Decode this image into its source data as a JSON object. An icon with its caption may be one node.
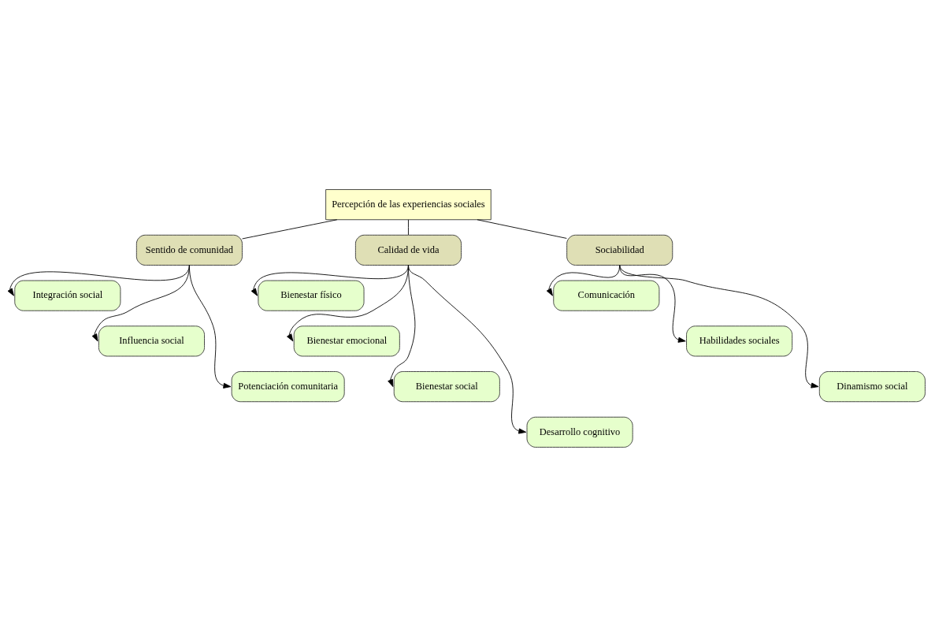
{
  "diagram": {
    "nodes": [
      {
        "text": [
          "Percepción de las experiencias sociales"
        ]
      },
      {
        "text": [
          "Sentido de comunidad"
        ]
      },
      {
        "text": [
          "Calidad de vida"
        ]
      },
      {
        "text": [
          "Sociabilidad"
        ]
      },
      {
        "text": [
          "Integración social"
        ]
      },
      {
        "text": [
          "Influencia social"
        ]
      },
      {
        "text": [
          "Potenciación comunitaria"
        ]
      },
      {
        "text": [
          "Bienestar físico"
        ]
      },
      {
        "text": [
          "Bienestar emocional"
        ]
      },
      {
        "text": [
          "Bienestar social"
        ]
      },
      {
        "text": [
          "Desarrollo cognitivo"
        ]
      },
      {
        "text": [
          "Comunicación"
        ]
      },
      {
        "text": [
          "Habilidades sociales"
        ]
      },
      {
        "text": [
          "Dinamismo social"
        ]
      }
    ],
    "edges": [
      {
        "from": 0,
        "to": 1,
        "arrow": "none"
      },
      {
        "from": 0,
        "to": 2,
        "arrow": "none"
      },
      {
        "from": 0,
        "to": 3,
        "arrow": "none"
      },
      {
        "from": 1,
        "to": 4,
        "arrow": "to"
      },
      {
        "from": 1,
        "to": 5,
        "arrow": "to"
      },
      {
        "from": 1,
        "to": 6,
        "arrow": "to"
      },
      {
        "from": 2,
        "to": 7,
        "arrow": "to"
      },
      {
        "from": 2,
        "to": 8,
        "arrow": "to"
      },
      {
        "from": 2,
        "to": 9,
        "arrow": "to"
      },
      {
        "from": 2,
        "to": 10,
        "arrow": "to"
      },
      {
        "from": 3,
        "to": 11,
        "arrow": "to"
      },
      {
        "from": 3,
        "to": 12,
        "arrow": "to"
      },
      {
        "from": 3,
        "to": 13,
        "arrow": "to"
      }
    ]
  }
}
